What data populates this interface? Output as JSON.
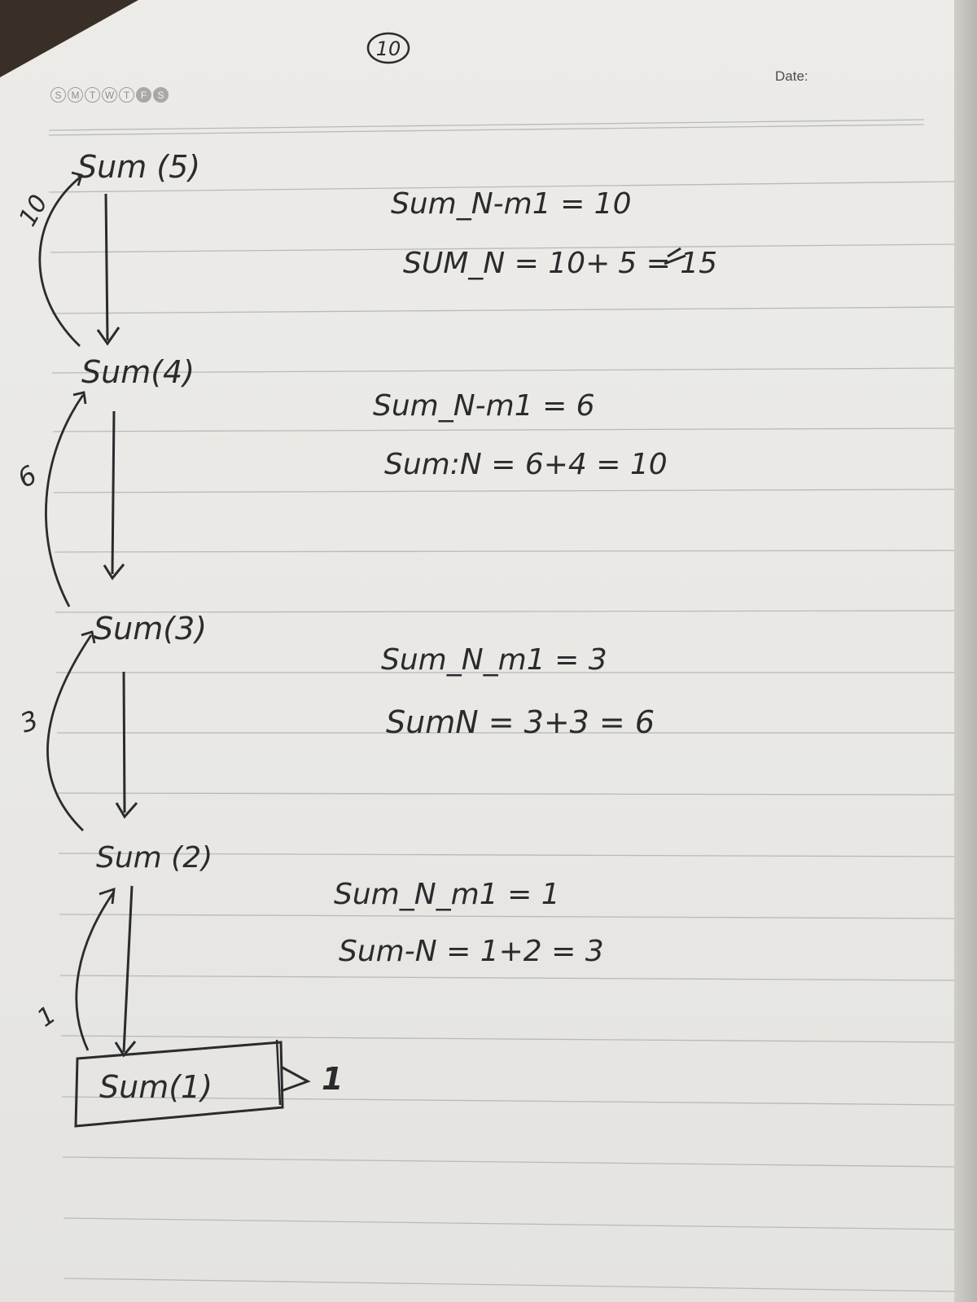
{
  "notebook": {
    "weekdays": [
      {
        "letter": "S",
        "filled": false
      },
      {
        "letter": "M",
        "filled": false
      },
      {
        "letter": "T",
        "filled": false
      },
      {
        "letter": "W",
        "filled": false
      },
      {
        "letter": "T",
        "filled": false
      },
      {
        "letter": "F",
        "filled": true
      },
      {
        "letter": "S",
        "filled": true
      }
    ],
    "date_label": "Date:",
    "page_number": "10"
  },
  "notes": {
    "calls": [
      "Sum (5)",
      "Sum(4)",
      "Sum(3)",
      "Sum (2)",
      "Sum(1)"
    ],
    "base_result": "1",
    "return_values": [
      "10",
      "6",
      "3",
      "1"
    ],
    "steps": [
      {
        "line1": "Sum_N-m1 = 10",
        "line2_start": "SUM_N = 10",
        "line2_struck": "+",
        "line2_end": "5 = 15"
      },
      {
        "line1": "Sum_N-m1 = 6",
        "line2": "Sum:N = 6+4 = 10"
      },
      {
        "line1": "Sum_N_m1 = 3",
        "line2": "SumN = 3+3 = 6"
      },
      {
        "line1": "Sum_N_m1 = 1",
        "line2": "Sum-N = 1+2 = 3"
      }
    ]
  }
}
